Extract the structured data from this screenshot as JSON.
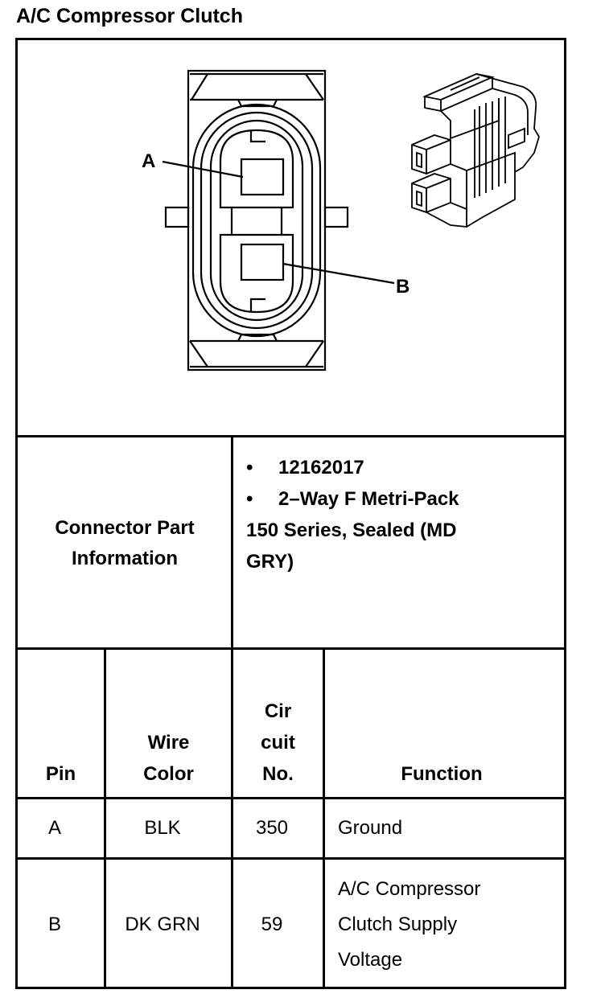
{
  "title": "A/C Compressor Clutch",
  "diagram": {
    "callout_a": "A",
    "callout_b": "B"
  },
  "connector_part_information": {
    "label_line1": "Connector Part",
    "label_line2": "Information",
    "part_number": "12162017",
    "description_line1": "2–Way F Metri-Pack",
    "description_line2": "150 Series, Sealed (MD",
    "description_line3": "GRY)"
  },
  "table": {
    "headers": {
      "pin": "Pin",
      "wire_color_line1": "Wire",
      "wire_color_line2": "Color",
      "circuit_line1": "Cir",
      "circuit_line2": "cuit",
      "circuit_line3": "No.",
      "function": "Function"
    },
    "rows": [
      {
        "pin": "A",
        "wire_color": "BLK",
        "circuit": "350",
        "function_lines": [
          "Ground"
        ]
      },
      {
        "pin": "B",
        "wire_color": "DK GRN",
        "circuit": "59",
        "function_lines": [
          "A/C Compressor",
          "Clutch Supply",
          "Voltage"
        ]
      }
    ]
  }
}
